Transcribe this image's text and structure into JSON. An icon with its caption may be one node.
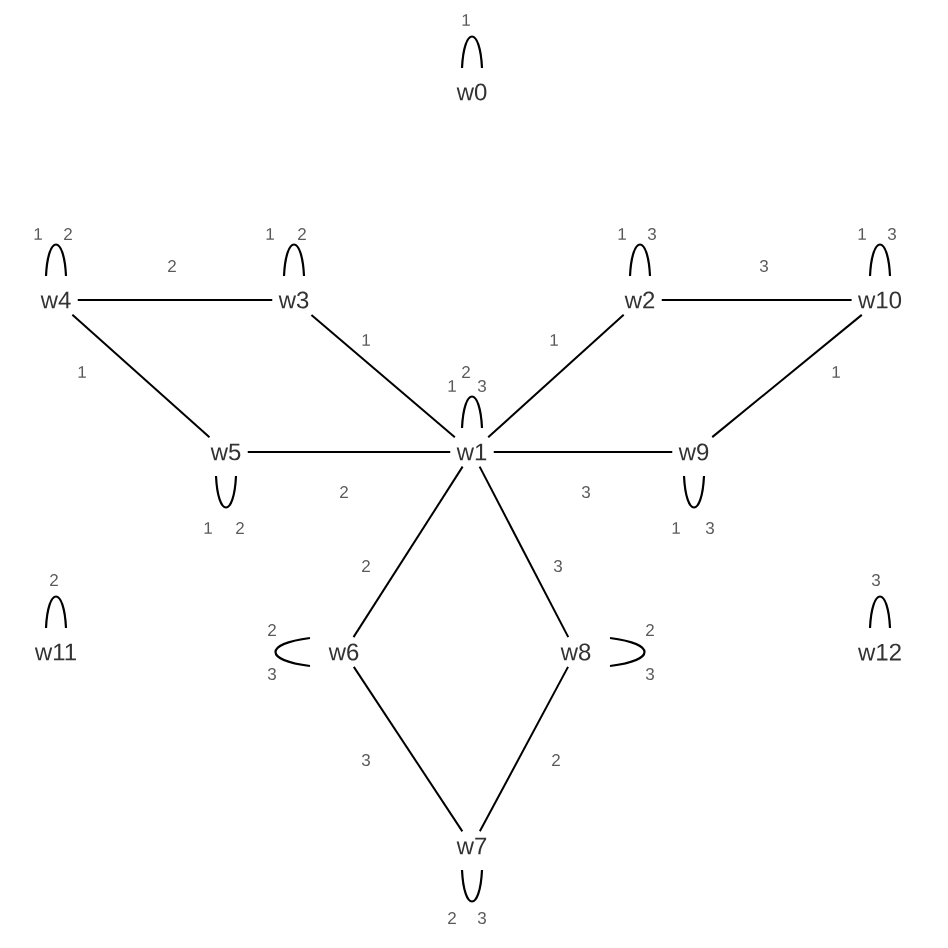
{
  "diagram": {
    "nodes": [
      {
        "text": [
          "w0"
        ],
        "beside": [
          "1"
        ]
      },
      {
        "text": [
          "w1"
        ],
        "beside": [
          "1",
          "2",
          "3"
        ]
      },
      {
        "text": [
          "w2"
        ],
        "beside": [
          "1",
          "3"
        ]
      },
      {
        "text": [
          "w3"
        ],
        "beside": [
          "1",
          "2"
        ]
      },
      {
        "text": [
          "w4"
        ],
        "beside": [
          "1",
          "2"
        ]
      },
      {
        "text": [
          "w5"
        ],
        "beside": [
          "1",
          "2"
        ]
      },
      {
        "text": [
          "w6"
        ],
        "beside": [
          "2",
          "3"
        ]
      },
      {
        "text": [
          "w7"
        ],
        "beside": [
          "2",
          "3"
        ]
      },
      {
        "text": [
          "w8"
        ],
        "beside": [
          "2",
          "3"
        ]
      },
      {
        "text": [
          "w9"
        ],
        "beside": [
          "1",
          "3"
        ]
      },
      {
        "text": [
          "w10"
        ],
        "beside": [
          "1",
          "3"
        ]
      },
      {
        "text": [
          "w11"
        ],
        "beside": [
          "2"
        ]
      },
      {
        "text": [
          "w12"
        ],
        "beside": [
          "3"
        ]
      }
    ],
    "edges": [
      {
        "from": 4,
        "to": 3,
        "arrow": "none",
        "label": "2"
      },
      {
        "from": 3,
        "to": 1,
        "arrow": "none",
        "label": "1"
      },
      {
        "from": 4,
        "to": 5,
        "arrow": "none",
        "label": "1"
      },
      {
        "from": 5,
        "to": 1,
        "arrow": "none",
        "label": "2"
      },
      {
        "from": 1,
        "to": 2,
        "arrow": "none",
        "label": "1"
      },
      {
        "from": 2,
        "to": 10,
        "arrow": "none",
        "label": "3"
      },
      {
        "from": 10,
        "to": 9,
        "arrow": "none",
        "label": "1"
      },
      {
        "from": 1,
        "to": 9,
        "arrow": "none",
        "label": "3"
      },
      {
        "from": 1,
        "to": 6,
        "arrow": "none",
        "label": "2"
      },
      {
        "from": 1,
        "to": 8,
        "arrow": "none",
        "label": "3"
      },
      {
        "from": 6,
        "to": 7,
        "arrow": "none",
        "label": "3"
      },
      {
        "from": 8,
        "to": 7,
        "arrow": "none",
        "label": "2"
      }
    ]
  }
}
